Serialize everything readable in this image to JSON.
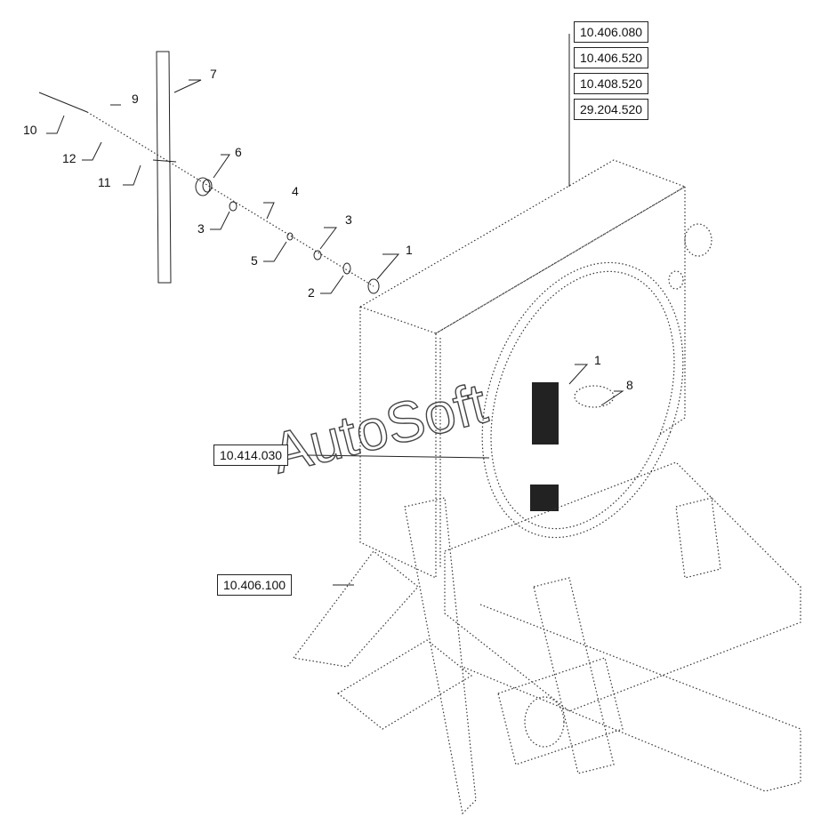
{
  "reference_boxes": [
    {
      "id": "ref-10-406-080",
      "label": "10.406.080"
    },
    {
      "id": "ref-10-406-520",
      "label": "10.406.520"
    },
    {
      "id": "ref-10-408-520",
      "label": "10.408.520"
    },
    {
      "id": "ref-29-204-520",
      "label": "29.204.520"
    },
    {
      "id": "ref-10-414-030",
      "label": "10.414.030"
    },
    {
      "id": "ref-10-406-100",
      "label": "10.406.100"
    }
  ],
  "callouts": [
    {
      "id": "c10",
      "label": "10"
    },
    {
      "id": "c9",
      "label": "9"
    },
    {
      "id": "c12",
      "label": "12"
    },
    {
      "id": "c11",
      "label": "11"
    },
    {
      "id": "c7",
      "label": "7"
    },
    {
      "id": "c6",
      "label": "6"
    },
    {
      "id": "c4",
      "label": "4"
    },
    {
      "id": "c3a",
      "label": "3"
    },
    {
      "id": "c3b",
      "label": "3"
    },
    {
      "id": "c5",
      "label": "5"
    },
    {
      "id": "c2",
      "label": "2"
    },
    {
      "id": "c1a",
      "label": "1"
    },
    {
      "id": "c1b",
      "label": "1"
    },
    {
      "id": "c8",
      "label": "8"
    }
  ],
  "watermark": "AutoSoft"
}
